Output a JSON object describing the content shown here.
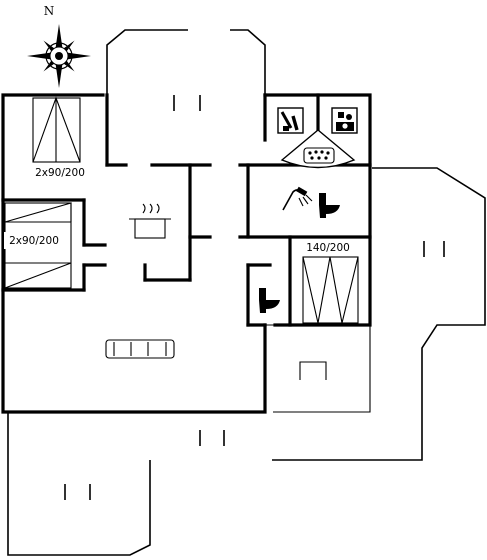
{
  "compass": {
    "north_label": "N",
    "icon": "compass-rose-icon"
  },
  "beds": {
    "bed_a": {
      "label": "2x90/200"
    },
    "bed_b": {
      "label": "2x90/200"
    },
    "bed_c": {
      "label": "140/200"
    }
  },
  "icons": {
    "kitchen": "cooking-pot-icon",
    "living": "sofa-icon",
    "shower": "shower-icon",
    "toilet_1": "toilet-icon",
    "toilet_2": "toilet-icon",
    "sauna": "sauna-icon",
    "hot_tub": "whirlpool-icon",
    "laundry": "washing-machine-icon"
  },
  "colors": {
    "line": "#000000",
    "background": "#ffffff"
  }
}
